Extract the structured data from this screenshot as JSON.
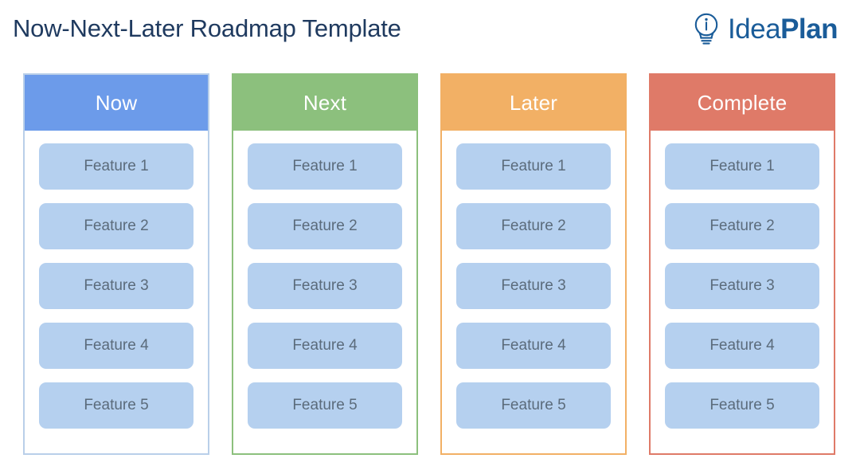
{
  "header": {
    "title": "Now-Next-Later Roadmap Template",
    "title_color": "#1f3a5f",
    "logo": {
      "icon_name": "lightbulb-idea-icon",
      "text_light": "Idea",
      "text_bold": "Plan",
      "color": "#1a5c99"
    }
  },
  "board": {
    "columns": [
      {
        "id": "now",
        "label": "Now",
        "header_color": "#6c9bea",
        "border_color": "#b9cfe9",
        "cards": [
          {
            "label": "Feature 1"
          },
          {
            "label": "Feature 2"
          },
          {
            "label": "Feature 3"
          },
          {
            "label": "Feature 4"
          },
          {
            "label": "Feature 5"
          }
        ]
      },
      {
        "id": "next",
        "label": "Next",
        "header_color": "#8cc07d",
        "border_color": "#8cc07d",
        "cards": [
          {
            "label": "Feature 1"
          },
          {
            "label": "Feature 2"
          },
          {
            "label": "Feature 3"
          },
          {
            "label": "Feature 4"
          },
          {
            "label": "Feature 5"
          }
        ]
      },
      {
        "id": "later",
        "label": "Later",
        "header_color": "#f2b065",
        "border_color": "#f2b065",
        "cards": [
          {
            "label": "Feature 1"
          },
          {
            "label": "Feature 2"
          },
          {
            "label": "Feature 3"
          },
          {
            "label": "Feature 4"
          },
          {
            "label": "Feature 5"
          }
        ]
      },
      {
        "id": "complete",
        "label": "Complete",
        "header_color": "#df7a68",
        "border_color": "#df7a68",
        "cards": [
          {
            "label": "Feature 1"
          },
          {
            "label": "Feature 2"
          },
          {
            "label": "Feature 3"
          },
          {
            "label": "Feature 4"
          },
          {
            "label": "Feature 5"
          }
        ]
      }
    ],
    "card_color": "#b5d0ef",
    "card_text_color": "#5b6b7b"
  }
}
